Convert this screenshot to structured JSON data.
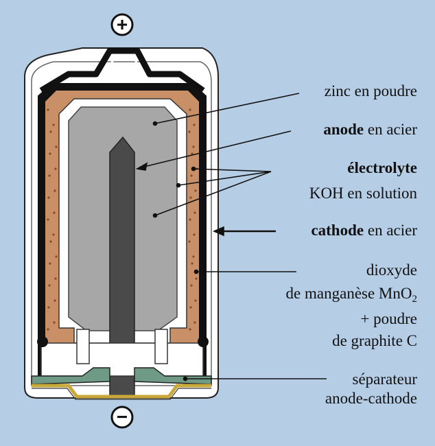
{
  "terminals": {
    "positive": "+",
    "negative": "−"
  },
  "labels": {
    "zinc": "zinc en poudre",
    "anode_bold": "anode",
    "anode_rest": " en acier",
    "electrolyte_bold": "électrolyte",
    "electrolyte_line2": "KOH en solution",
    "cathode_bold": "cathode",
    "cathode_rest": " en acier",
    "dioxyde_l1": "dioxyde",
    "dioxyde_l2": "de manganèse MnO",
    "dioxyde_sub": "2",
    "dioxyde_l3": "+ poudre",
    "dioxyde_l4": "de graphite C",
    "separateur_l1": "séparateur",
    "separateur_l2": "anode-cathode"
  },
  "colors": {
    "background": "#b6cde6",
    "casing": "#111111",
    "cathode_mix": "#c98f66",
    "cathode_dots": "#8a4a2a",
    "zinc_gel": "#a7a7a7",
    "anode_rod": "#4a4a4a",
    "separator": "#ffffff",
    "seal_green": "#6e9a86",
    "base_plate": "#c9a93a"
  }
}
